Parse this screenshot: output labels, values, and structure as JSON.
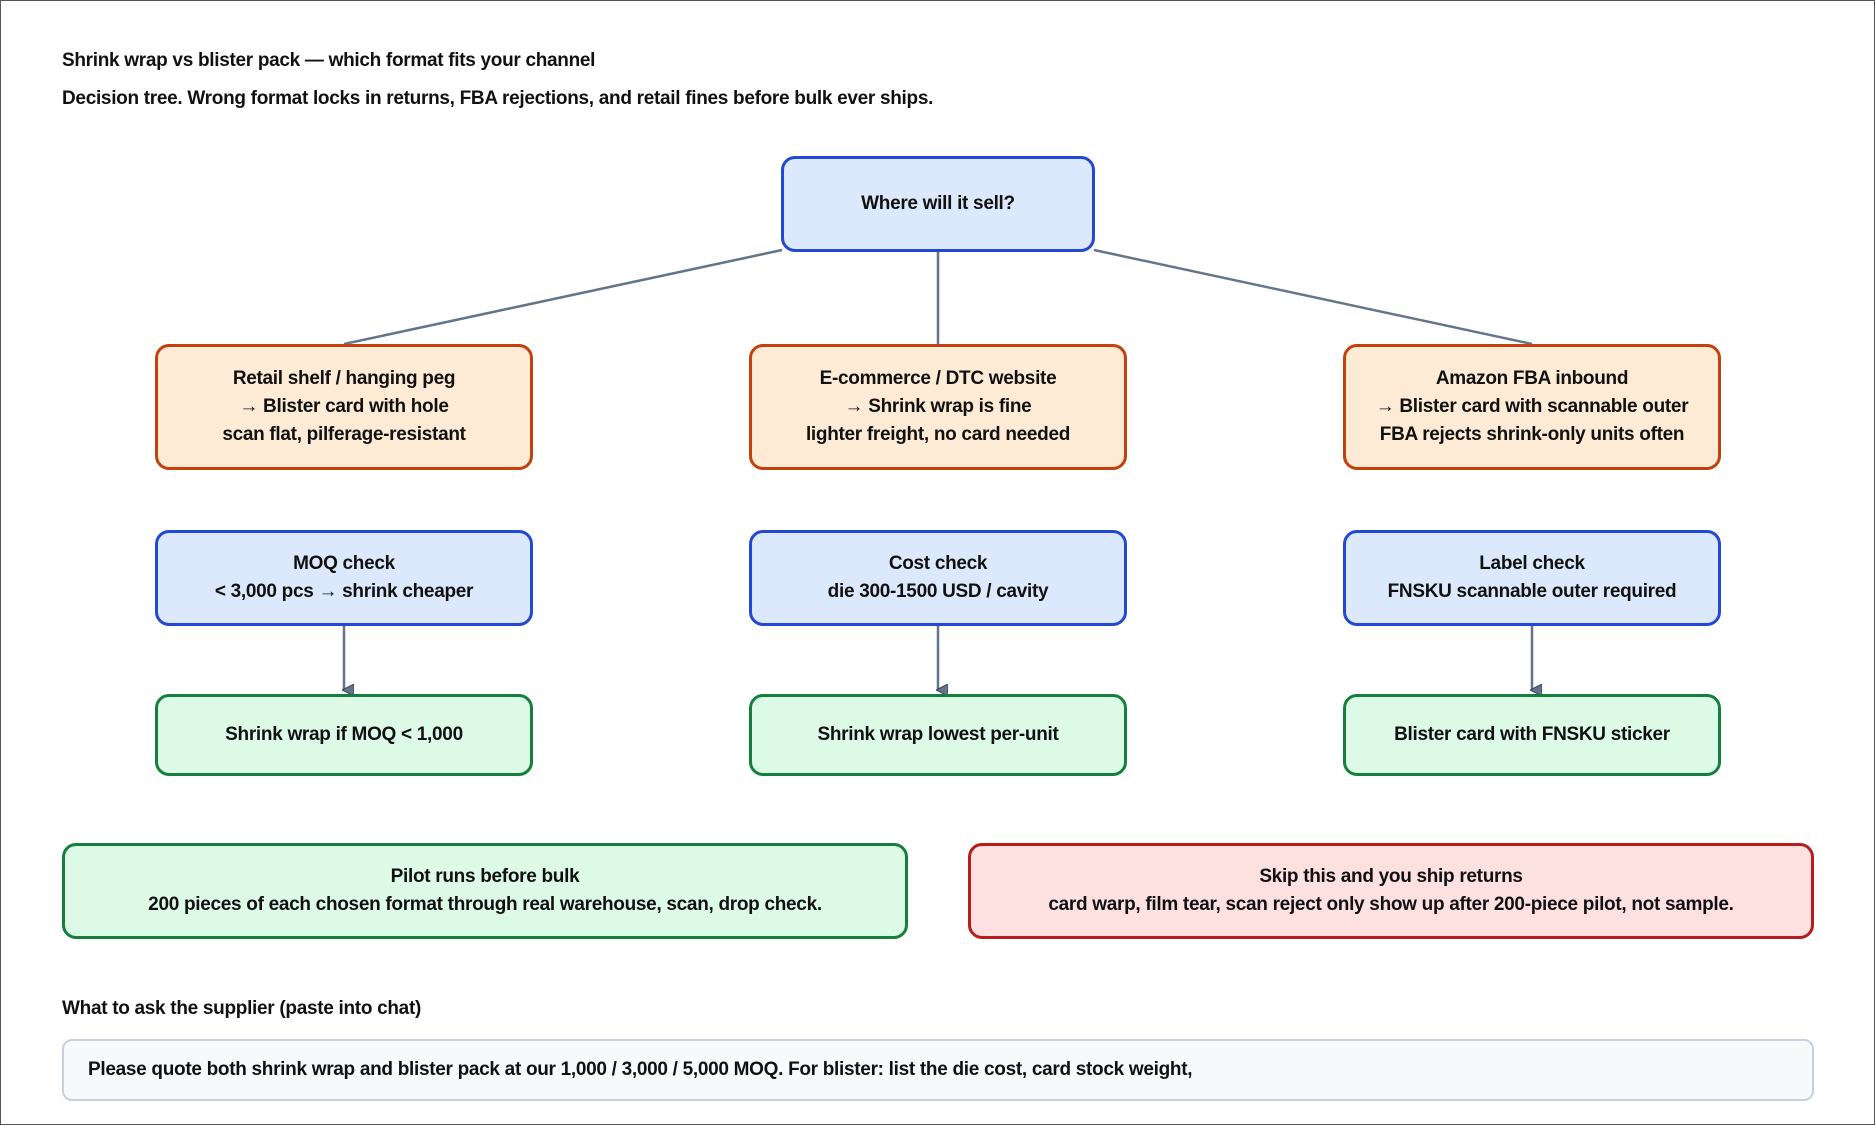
{
  "header": {
    "title": "Shrink wrap vs blister pack — which format fits your channel",
    "subtitle": "Decision tree. Wrong format locks in returns, FBA rejections, and retail fines before bulk ever ships."
  },
  "colors": {
    "question_fill": "#dce9fc",
    "question_border": "#2348d1",
    "channel_fill": "#fdebd6",
    "channel_border": "#c2410c",
    "outcome_fill": "#dcfae6",
    "outcome_border": "#15803d",
    "warning_fill": "#fde0e0",
    "warning_border": "#b91c1c",
    "connector": "#64748b"
  },
  "root": {
    "label": "Where will it sell?"
  },
  "branches": [
    {
      "channel": {
        "line1": "Retail shelf / hanging peg",
        "line2": "→ Blister card with hole",
        "line3": "scan flat, pilferage-resistant"
      },
      "check": {
        "line1": "MOQ check",
        "line2": "< 3,000 pcs → shrink cheaper"
      },
      "result": "Shrink wrap if MOQ < 1,000"
    },
    {
      "channel": {
        "line1": "E-commerce / DTC website",
        "line2": "→ Shrink wrap is fine",
        "line3": "lighter freight, no card needed"
      },
      "check": {
        "line1": "Cost check",
        "line2": "die 300-1500 USD / cavity"
      },
      "result": "Shrink wrap lowest per-unit"
    },
    {
      "channel": {
        "line1": "Amazon FBA inbound",
        "line2": "→ Blister card with scannable outer",
        "line3": "FBA rejects shrink-only units often"
      },
      "check": {
        "line1": "Label check",
        "line2": "FNSKU scannable outer required"
      },
      "result": "Blister card with FNSKU sticker"
    }
  ],
  "pilot": {
    "title": "Pilot runs before bulk",
    "body": "200 pieces of each chosen format through real warehouse, scan, drop check."
  },
  "warning": {
    "title": "Skip this and you ship returns",
    "body": "card warp, film tear, scan reject only show up after 200-piece pilot, not sample."
  },
  "supplier": {
    "label": "What to ask the supplier (paste into chat)",
    "message": "Please quote both shrink wrap and blister pack at our 1,000 / 3,000 / 5,000 MOQ. For blister: list the die cost, card stock weight,"
  }
}
